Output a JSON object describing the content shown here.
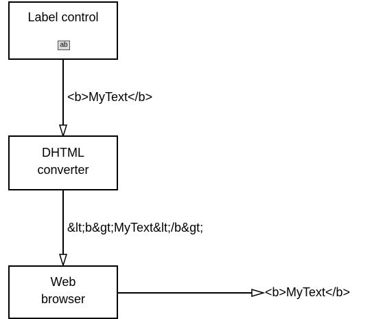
{
  "nodes": {
    "label_control": {
      "title": "Label control",
      "icon": "ab-textbox-icon",
      "icon_text": "ab"
    },
    "dhtml_converter": {
      "line1": "DHTML",
      "line2": "converter"
    },
    "web_browser": {
      "line1": "Web",
      "line2": "browser"
    }
  },
  "edges": {
    "control_to_converter": "<b>MyText</b>",
    "converter_to_browser": "&lt;b&gt;MyText&lt;/b&gt;",
    "browser_output": "<b>MyText</b>"
  },
  "colors": {
    "stroke": "#000000",
    "background": "#ffffff"
  }
}
